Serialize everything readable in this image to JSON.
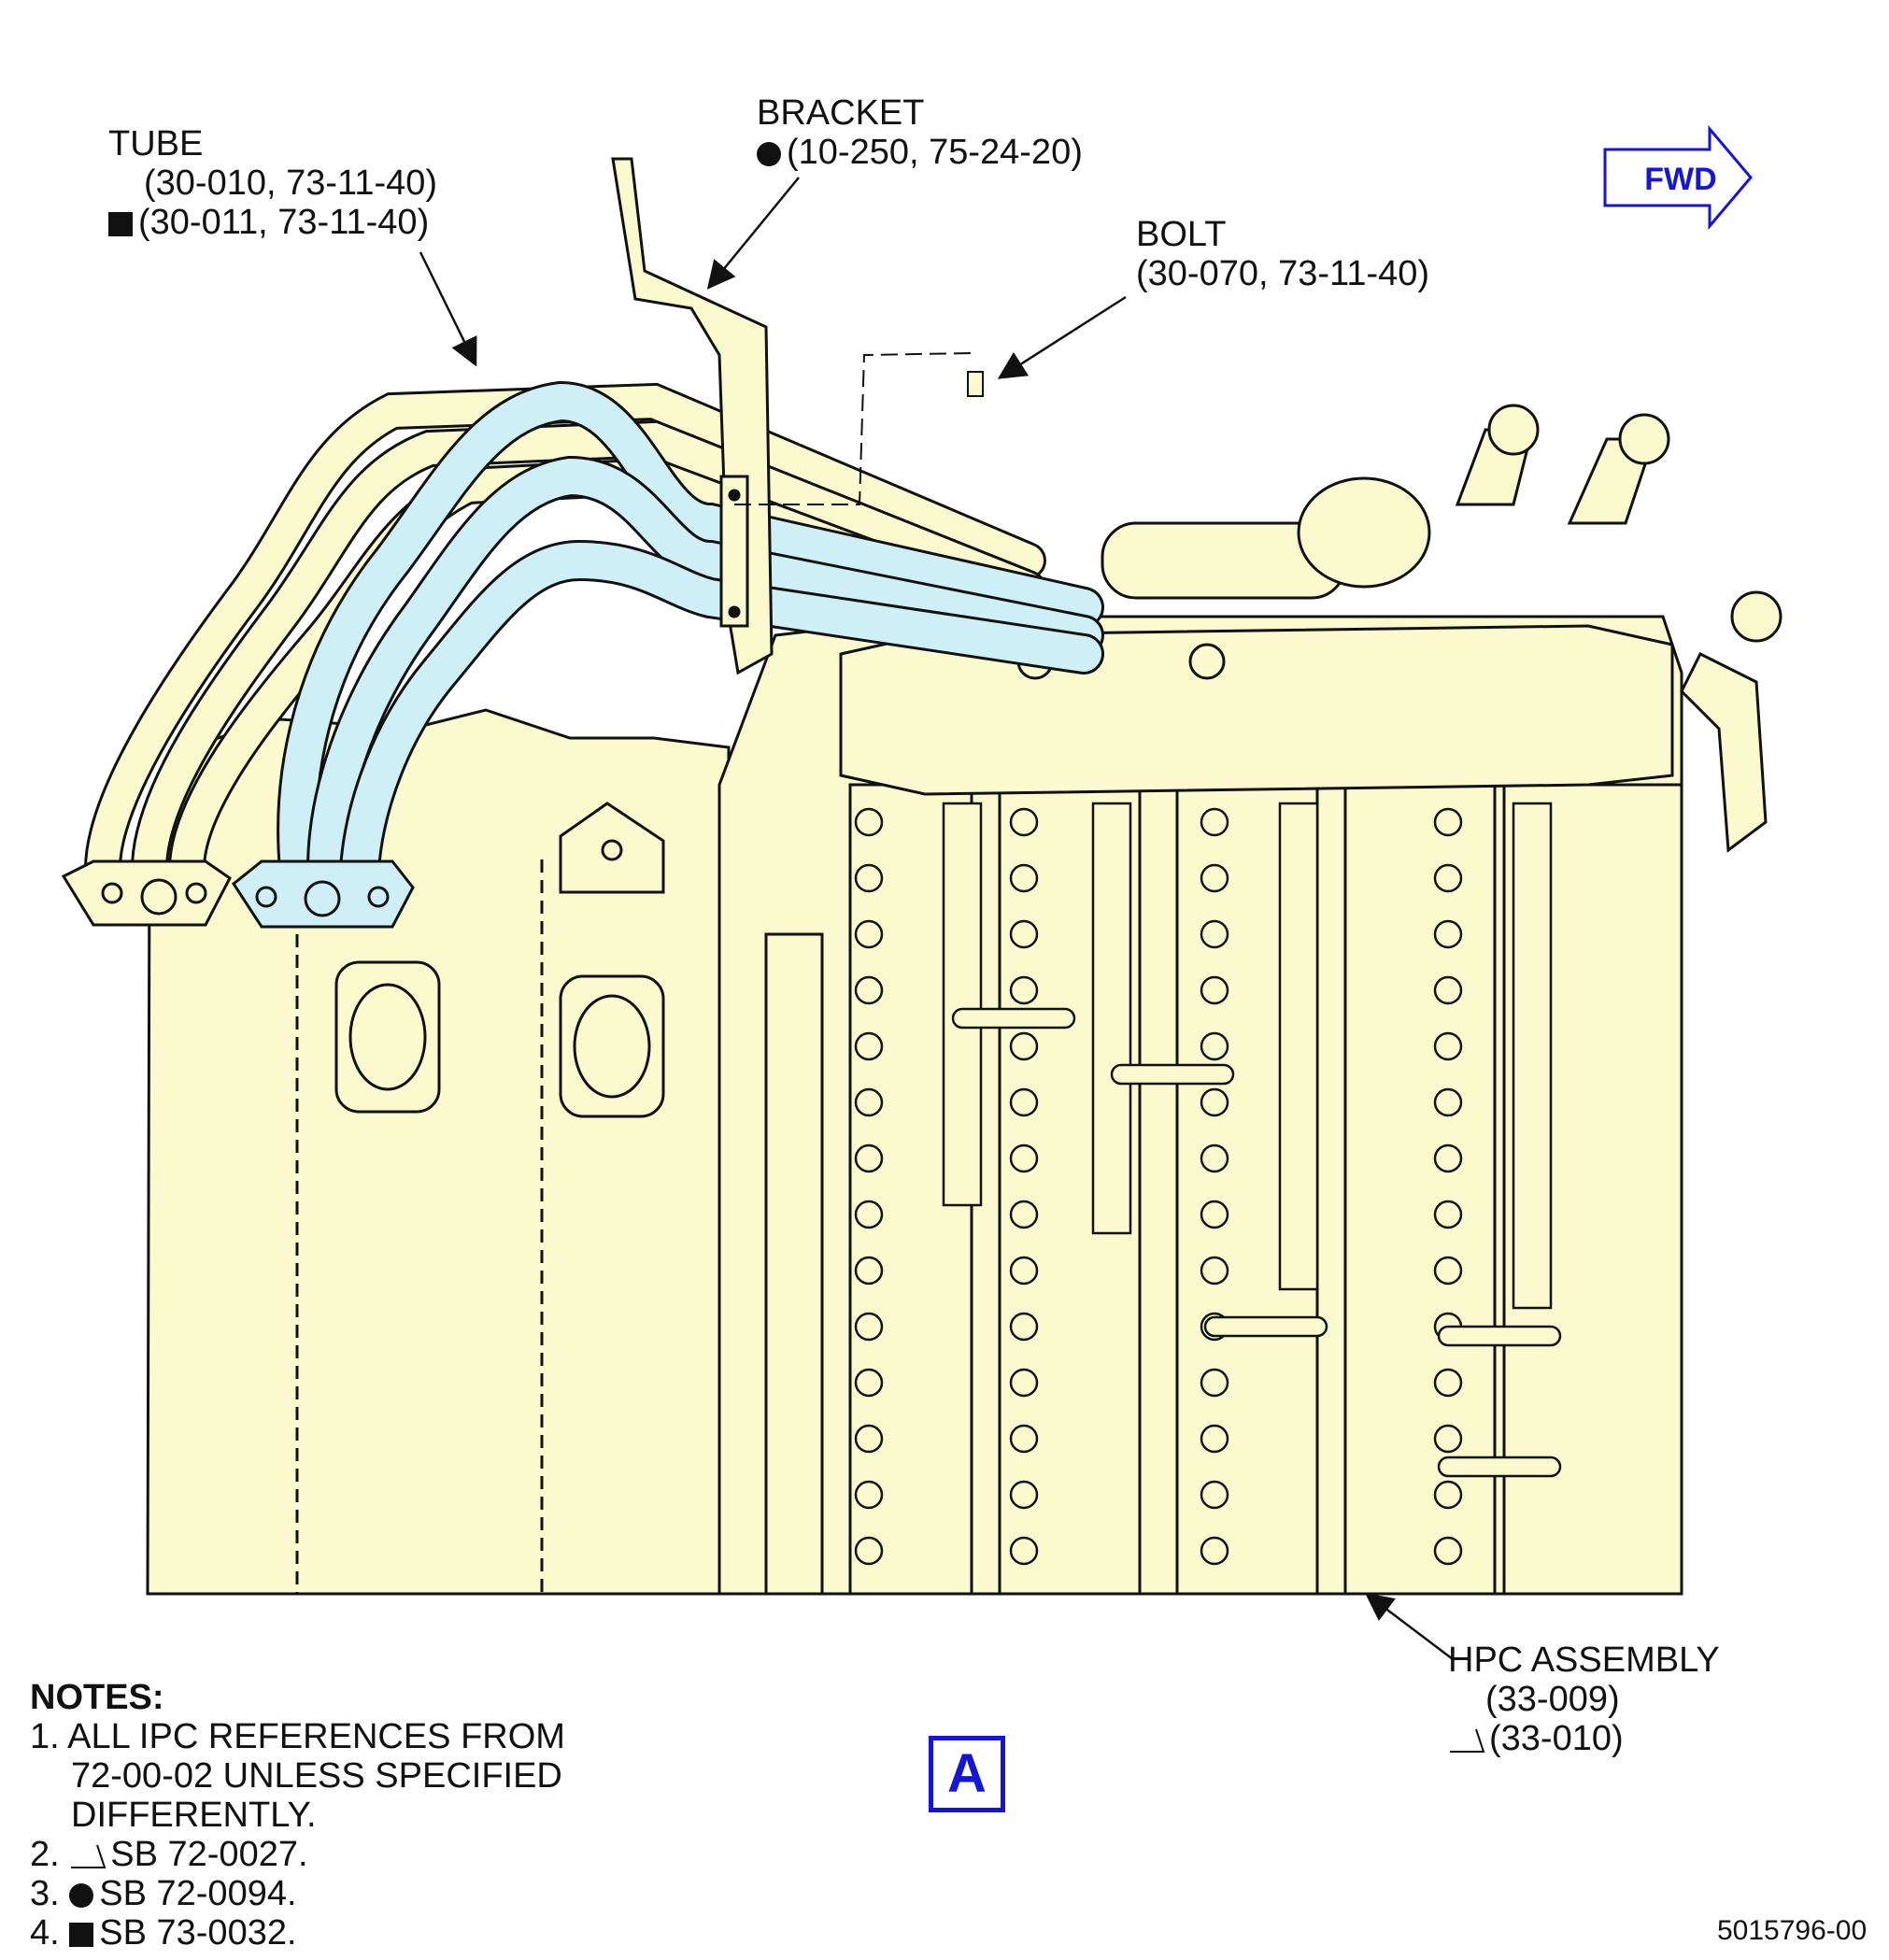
{
  "labels": {
    "tube": {
      "title": "TUBE",
      "ref1": "(30-010, 73-11-40)",
      "ref2": "(30-011, 73-11-40)"
    },
    "bracket": {
      "title": "BRACKET",
      "ref": "(10-250, 75-24-20)"
    },
    "bolt": {
      "title": "BOLT",
      "ref": "(30-070, 73-11-40)"
    },
    "hpc": {
      "title": "HPC ASSEMBLY",
      "ref1": "(33-009)",
      "ref2": "(33-010)"
    }
  },
  "fwd": {
    "text": "FWD"
  },
  "view": {
    "letter": "A"
  },
  "figure_number": "5015796-00",
  "notes": {
    "heading": "NOTES:",
    "n1_line1": "1. ALL IPC REFERENCES FROM",
    "n1_line2": "72-00-02 UNLESS SPECIFIED",
    "n1_line3": "DIFFERENTLY.",
    "n2_prefix": "2.",
    "n2_text": "SB 72-0027.",
    "n3_prefix": "3.",
    "n3_text": "SB 72-0094.",
    "n4_prefix": "4.",
    "n4_text": "SB 73-0032."
  },
  "colors": {
    "part_fill": "#fbfacf",
    "tube_fill": "#cdeff5",
    "accent_blue": "#1515d8",
    "line": "#111111"
  }
}
